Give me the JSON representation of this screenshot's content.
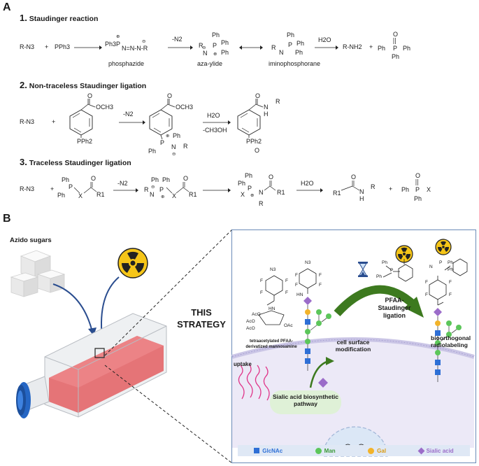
{
  "panel_a": {
    "letter": "A",
    "sections": [
      {
        "num": "1.",
        "title": "Staudinger reaction"
      },
      {
        "num": "2.",
        "title": "Non-traceless Staudinger ligation"
      },
      {
        "num": "3.",
        "title": "Traceless Staudinger ligation"
      }
    ],
    "row1": {
      "azide": "R-N3",
      "plus1": "+",
      "pph3": "PPh3",
      "phosphazide": "phosphazide",
      "minus_n2": "-N2",
      "aza_ylide": "aza-ylide",
      "iminophosphorane": "iminophosphorane",
      "h2o": "H2O",
      "amine": "R-NH2",
      "plus2": "+",
      "phosphazide_struct": "Ph3P",
      "phosphazide_chain": "N=N-N-R",
      "ph": "Ph",
      "o": "O",
      "p": "P",
      "r": "R",
      "n": "N"
    },
    "row2": {
      "azide": "R-N3",
      "plus": "+",
      "ester": "OCH3",
      "pph2": "PPh2",
      "minus_n2": "-N2",
      "h2o": "H2O",
      "meoh": "-CH3OH",
      "ph": "Ph",
      "r": "R",
      "n": "N",
      "h": "H",
      "o": "O"
    },
    "row3": {
      "azide": "R-N3",
      "plus1": "+",
      "minus_n2": "-N2",
      "h2o": "H2O",
      "plus2": "+",
      "ph": "Ph",
      "x": "X",
      "r": "R",
      "r1": "R1",
      "n": "N",
      "h": "H",
      "o": "O",
      "p": "P"
    }
  },
  "panel_b": {
    "letter": "B",
    "azido_sugars": "Azido sugars",
    "this_strategy": "THIS STRATEGY",
    "tetra_label": "tetraacetylated PFAA-derivatized mannosamine",
    "uptake": "uptake",
    "sialic_pathway": "Sialic acid biosynthetic pathway",
    "cell_surface": "cell surface modification",
    "pfaa_ligation": "PFAA-Staudinger ligation",
    "bioorthogonal": "bioorthogonal radiolabeling",
    "acetyl": "AcO",
    "oac": "OAc",
    "n3": "N3",
    "f": "F",
    "hn": "HN",
    "legend": [
      {
        "name": "GlcNAc",
        "color": "#2e6fd6",
        "shape": "square"
      },
      {
        "name": "Man",
        "color": "#5cc65a",
        "shape": "circle"
      },
      {
        "name": "Gal",
        "color": "#f2b32a",
        "shape": "circle"
      },
      {
        "name": "Sialic acid",
        "color": "#9b6cc9",
        "shape": "diamond"
      }
    ],
    "colors": {
      "membrane": "#cbc6e6",
      "cell": "#ece9f7",
      "arrow_green": "#3d7a1f",
      "flask_medium": "#e35e62",
      "cap": "#2566c4",
      "radiation": "#f5c518"
    }
  }
}
